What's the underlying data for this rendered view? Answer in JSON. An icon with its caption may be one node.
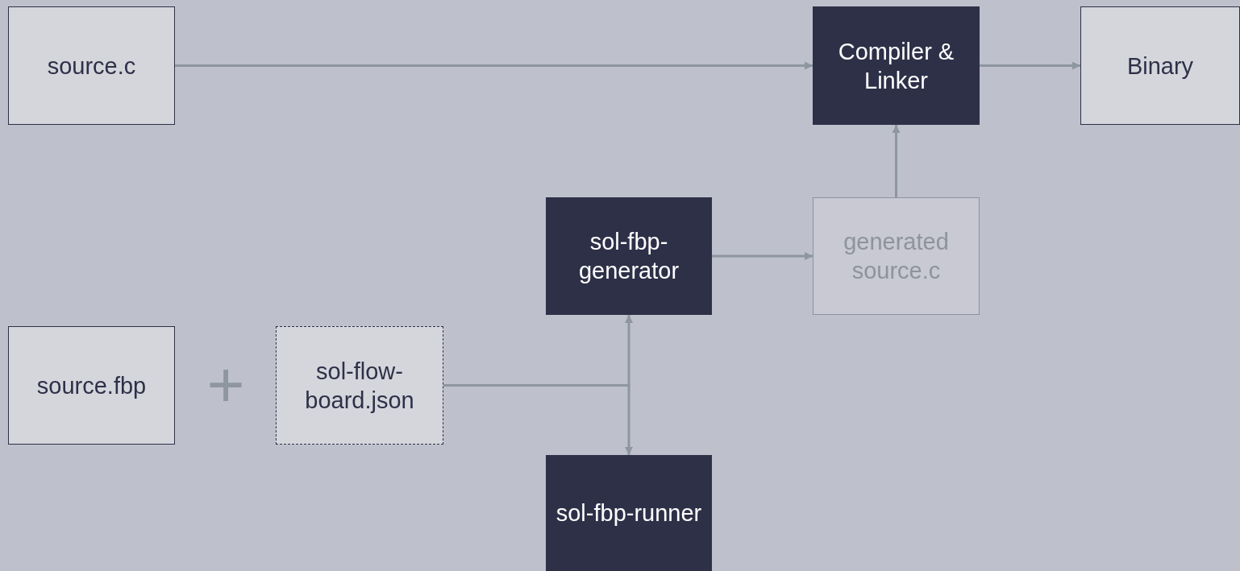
{
  "diagram": {
    "nodes": [
      {
        "text": [
          "source.c"
        ]
      },
      {
        "text": [
          "Compiler & Linker"
        ]
      },
      {
        "text": [
          "Binary"
        ]
      },
      {
        "text": [
          "sol-fbp-generator"
        ]
      },
      {
        "text": [
          "generated source.c"
        ]
      },
      {
        "text": [
          "source.fbp"
        ]
      },
      {
        "text": [
          "sol-flow-board.json"
        ]
      },
      {
        "text": [
          "sol-fbp-runner"
        ]
      }
    ],
    "edges": [
      {
        "from": 0,
        "to": 1,
        "arrow": "to"
      },
      {
        "from": 1,
        "to": 2,
        "arrow": "to"
      },
      {
        "from": 4,
        "to": 1,
        "arrow": "to"
      },
      {
        "from": 3,
        "to": 4,
        "arrow": "to"
      },
      {
        "from": 6,
        "to": 3,
        "arrow": "to"
      },
      {
        "from": 6,
        "to": 7,
        "arrow": "to"
      }
    ],
    "labels": [
      "+"
    ]
  }
}
